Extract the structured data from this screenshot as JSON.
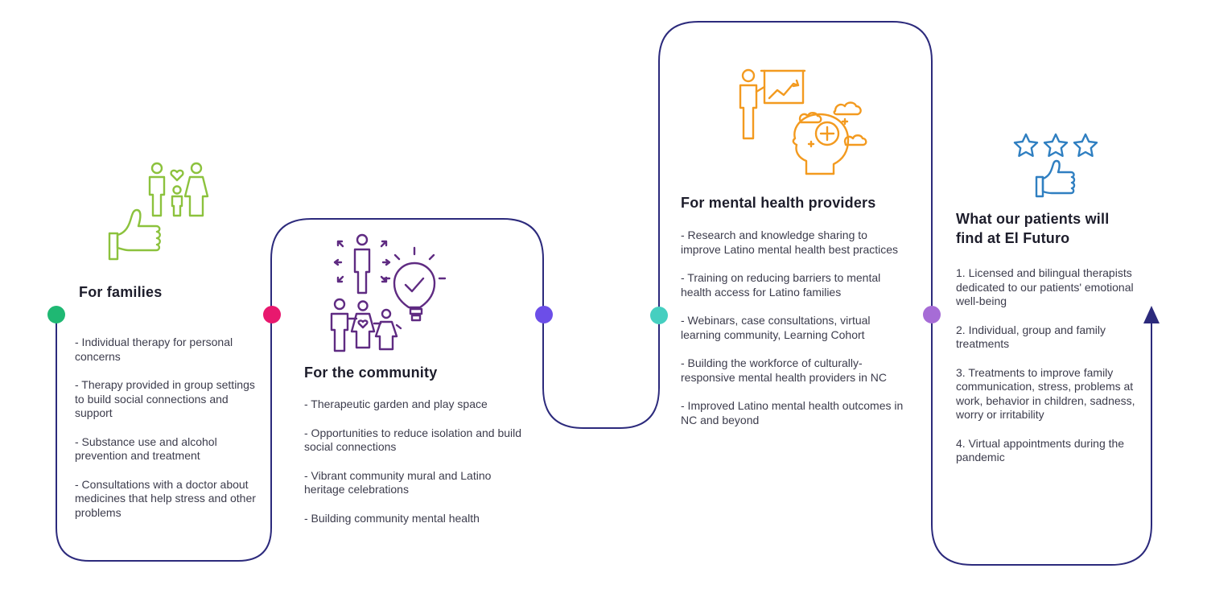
{
  "colors": {
    "track": "#2c2a7c",
    "dot_families": "#1fb873",
    "dot_community": "#e8186e",
    "dot_providers_left": "#6c4ee8",
    "dot_providers_right": "#46cfc0",
    "dot_patients": "#a66cd6",
    "icon_families": "#8cc23d",
    "icon_community": "#5f2b82",
    "icon_providers": "#f39a1f",
    "icon_patients": "#2f7fc1"
  },
  "icons": {
    "families": "family-thumbs-up-icon",
    "community": "community-lightbulb-icon",
    "providers": "presenter-mind-health-icon",
    "patients": "three-stars-thumbs-up-icon",
    "end": "arrow-up-icon"
  },
  "families": {
    "heading": "For families",
    "items": [
      "- Individual therapy for personal concerns",
      "- Therapy provided in group settings to build social connections and support",
      "- Substance use and alcohol prevention and treatment",
      "- Consultations with a doctor about medicines that help stress and other problems"
    ]
  },
  "community": {
    "heading": "For the community",
    "items": [
      "- Therapeutic garden and play space",
      "- Opportunities to reduce isolation and build social connections",
      "- Vibrant community mural and Latino heritage celebrations",
      "- Building community mental health"
    ]
  },
  "providers": {
    "heading": "For mental health providers",
    "items": [
      "- Research and knowledge sharing to improve Latino mental health best practices",
      "- Training on reducing barriers to mental health access for Latino families",
      "- Webinars, case consultations, virtual learning community, Learning Cohort",
      "- Building the workforce of culturally-responsive mental health providers in NC",
      "- Improved Latino mental health outcomes in NC and beyond"
    ]
  },
  "patients": {
    "heading": "What our patients will find at El Futuro",
    "items": [
      "1. Licensed and bilingual therapists dedicated to our patients' emotional well-being",
      "2. Individual, group and family treatments",
      "3. Treatments to improve family communication, stress, problems at work, behavior in children, sadness, worry or irritability",
      "4. Virtual appointments during the pandemic"
    ]
  }
}
